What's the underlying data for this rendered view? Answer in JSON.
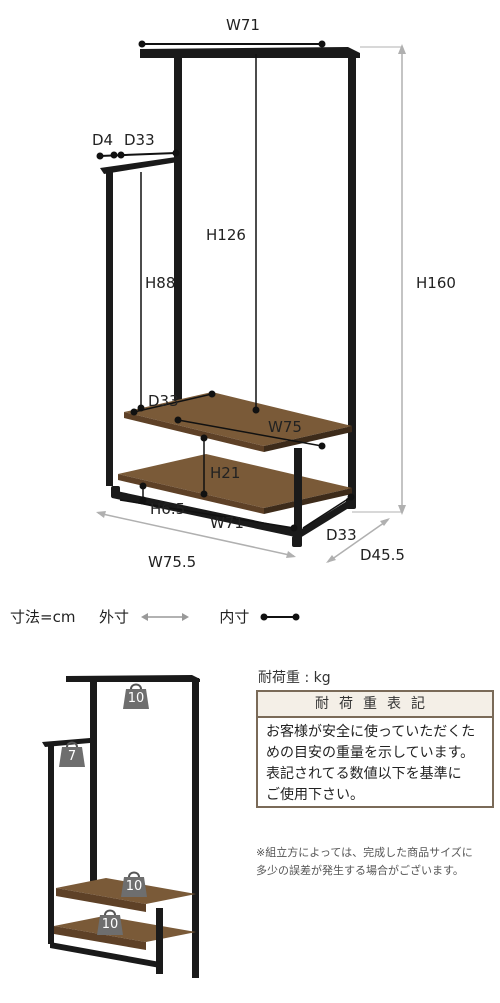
{
  "dimensions": {
    "top_width": "W71",
    "d4": "D4",
    "d33_top": "D33",
    "h126": "H126",
    "h88": "H88",
    "h160": "H160",
    "d33_shelf": "D33",
    "w75": "W75",
    "h21": "H21",
    "h6_5": "H6.5",
    "w71_bottom": "W71",
    "d33_bottom": "D33",
    "w75_5": "W75.5",
    "d45_5": "D45.5"
  },
  "legend": {
    "unit": "寸法=cm",
    "outer": "外寸",
    "inner": "内寸"
  },
  "load": {
    "label": "耐荷重 : kg",
    "top_bar": "10",
    "side_bar": "7",
    "upper_shelf": "10",
    "lower_shelf": "10"
  },
  "table": {
    "header": "耐荷重表記",
    "lines": [
      "お客様が安全に使っていただくた",
      "めの目安の重量を示しています。",
      "表記されてる数値以下を基準に",
      "ご使用下さい。"
    ]
  },
  "note": {
    "lines": [
      "※組立方によっては、完成した商品サイズに",
      "多少の誤差が発生する場合がございます。"
    ]
  },
  "colors": {
    "frame": "#1a1a1a",
    "wood_top": "#7a5a38",
    "wood_front": "#5e4127",
    "guide": "#b0b0b0",
    "table_border": "#7a6a58"
  }
}
